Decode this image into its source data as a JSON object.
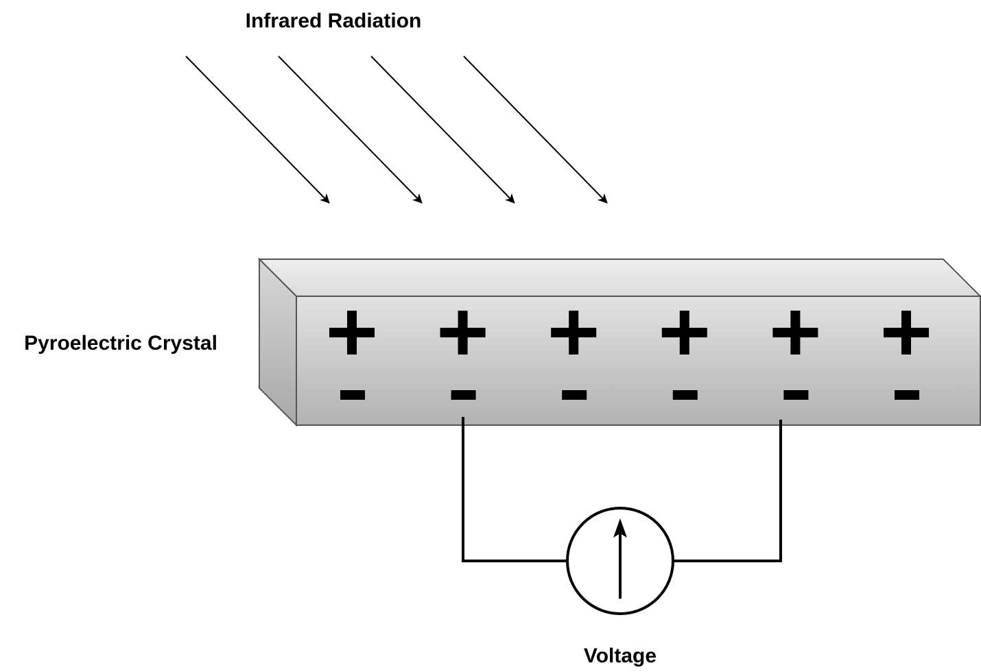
{
  "labels": {
    "radiation": "Infrared Radiation",
    "crystal": "Pyroelectric Crystal",
    "meter": "Voltage"
  },
  "crystal": {
    "positive_symbol": "+",
    "negative_symbol": "-",
    "charge_pairs": 6
  },
  "radiation": {
    "arrow_count": 4
  },
  "colors": {
    "stroke": "#000000",
    "crystal_edge": "#555555",
    "crystal_top_light": "#eeeeee",
    "crystal_top_dark": "#dcdcdc",
    "crystal_front_light": "#e2e2e2",
    "crystal_front_dark": "#b2b2b2",
    "crystal_side_light": "#d8d8d8",
    "crystal_side_dark": "#a8a8a8"
  },
  "icons": {
    "meter": "voltmeter-icon",
    "arrow": "arrow-down-right-icon"
  }
}
